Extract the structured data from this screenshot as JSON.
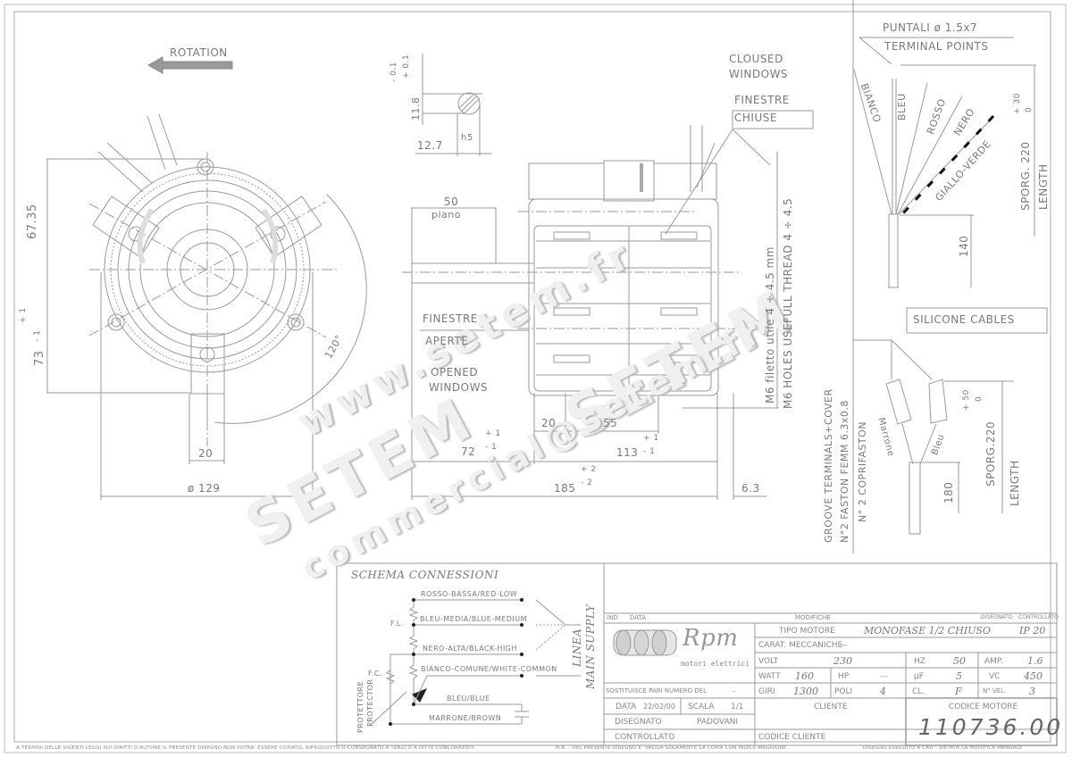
{
  "drawing": {
    "front_view": {
      "rotation_label": "ROTATION",
      "dim_top": "67.35",
      "dim_bottom": "73",
      "dim_bottom_tol_plus": "+ 1",
      "dim_bottom_tol_minus": "- 1",
      "dim_bracket_width": "20",
      "dim_diameter": "ø 129",
      "angle": "120°"
    },
    "shaft_section": {
      "dim_height": "11.8",
      "tol_plus": "+ 0.1",
      "tol_minus": "- 0.1",
      "dim_width": "12.7",
      "fit": "h5"
    },
    "side_view": {
      "flat_length": "50",
      "flat_label": "piano",
      "closed_windows_en_1": "CLOUSED",
      "closed_windows_en_2": "WINDOWS",
      "closed_windows_it_1": "FINESTRE",
      "closed_windows_it_2": "CHIUSE",
      "open_windows_it_1": "FINESTRE",
      "open_windows_it_2": "APERTE",
      "open_windows_en_1": "OPENED",
      "open_windows_en_2": "WINDOWS",
      "thread_it": "M6 filetto utile 4 ÷ 4.5 mm",
      "thread_en": "M6 HOLES USEFULL THREAD 4 ÷ 4.5",
      "dim_20": "20",
      "dim_55": "55",
      "dim_72": "72",
      "dim_72_tol_plus": "+ 1",
      "dim_72_tol_minus": "- 1",
      "dim_113": "113",
      "dim_113_tol_plus": "+ 1",
      "dim_113_tol_minus": "- 1",
      "dim_185": "185",
      "dim_185_tol_plus": "+ 2",
      "dim_185_tol_minus": "- 2",
      "dim_6_3": "6.3"
    },
    "cables_top": {
      "terminal_it": "PUNTALI ø 1.5x7",
      "terminal_en": "TERMINAL POINTS",
      "wires": [
        "BIANCO",
        "BLEU",
        "ROSSO",
        "NERO",
        "GIALLO-VERDE"
      ],
      "dim_140": "140",
      "length_label": "SPORG. 220",
      "length_tol_plus": "+ 30",
      "length_tol_minus": "0",
      "length_en": "LENGTH"
    },
    "cables_bottom": {
      "title": "SILICONE CABLES",
      "note_1": "GROOVE TERMINALS+COVER",
      "note_2": "N°2 FASTON FEMM 6.3x0.8",
      "note_3": "N° 2 COPRIFASTON",
      "wires": [
        "Marrone",
        "Bleu"
      ],
      "dim_180": "180",
      "length_label": "SPORG.220",
      "length_tol_plus": "+ 50",
      "length_tol_minus": "0",
      "length_en": "LENGTH"
    }
  },
  "schema": {
    "title": "SCHEMA CONNESSIONI",
    "lines": [
      "ROSSO-BASSA/RED-LOW",
      "BLEU-MEDIA/BLUE-MEDIUM",
      "NERO-ALTA/BLACK-HIGH",
      "BIANCO-COMUNE/WHITE-COMMON",
      "BLEU/BLUE",
      "MARRONE/BROWN"
    ],
    "fl": "F.L.",
    "fc": "F.C.",
    "protector_it": "PROTETTORE",
    "protector_en": "PROTECTOR",
    "linea": "LINEA",
    "main_supply": "MAIN SUPPLY"
  },
  "title_block": {
    "rev_header": {
      "ind": "IND",
      "data": "DATA",
      "modifiche": "MODIFICHE",
      "disegnato": "DISEGNATO",
      "controllato": "CONTROLLATO"
    },
    "logo": {
      "brand": "Rpm",
      "subtitle": "motori elettrici"
    },
    "tipo_motore_label": "TIPO MOTORE",
    "tipo_motore_value": "MONOFASE 1/2 CHIUSO",
    "ip": "IP 20",
    "carat_label": "CARAT. MECCANICHE",
    "carat_value": "—",
    "specs": {
      "volt_label": "VOLT",
      "volt": "230",
      "hz_label": "HZ",
      "hz": "50",
      "amp_label": "AMP.",
      "amp": "1.6",
      "watt_label": "WATT",
      "watt": "160",
      "hp_label": "HP",
      "hp": "—",
      "uf_label": "µF",
      "uf": "5",
      "vc_label": "VC",
      "vc": "450",
      "giri_label": "GIRI",
      "giri": "1300",
      "poli_label": "POLI",
      "poli": "4",
      "cl_label": "CL.",
      "cl": "F",
      "nvel_label": "N° VEL.",
      "nvel": "3"
    },
    "sostituisce_label": "SOSTITUISCE PARI NUMERO DEL",
    "sostituisce_value": "-",
    "data_label": "DATA",
    "data_value": "22/02/00",
    "scala_label": "SCALA",
    "scala_value": "1/1",
    "disegnato_label": "DISEGNATO",
    "disegnato_value": "PADOVANI",
    "controllato_label": "CONTROLLATO",
    "cliente_label": "CLIENTE",
    "codice_cliente_label": "CODICE CLIENTE",
    "codice_motore_label": "CODICE MOTORE",
    "codice_motore": "110736.00"
  },
  "footer": {
    "left": "A TERMINI DELLE VIGENTI LEGGI SUI DIRITTI D'AUTORE IL PRESENTE DISEGNO NON POTRA' ESSERE COPIATO, RIPRODOTTO O CONSEGNATO A TERZI O A DITTE CONCORRENTI.",
    "middle": "N.B. - DEL PRESENTE DISEGNO E' VALIDA SOLAMENTE LA COPIA CON INDICE MAGGIORE.",
    "right": "DISEGNO ESEGUITO A CAD - VIETATA LA MODIFICA MANUALE"
  },
  "watermark": {
    "site": "www.setem.fr",
    "brand1": "SETEM",
    "brand2": "SETEM",
    "email": "commercial@setem.fr"
  }
}
